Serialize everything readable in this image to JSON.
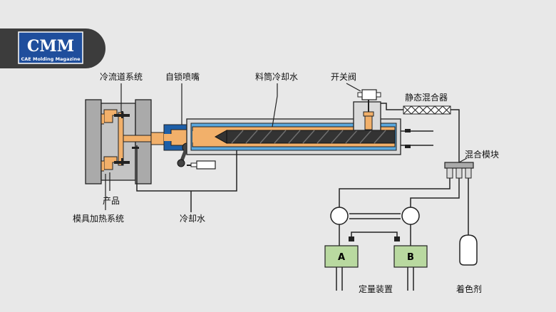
{
  "logo": {
    "title": "CMM",
    "subtitle": "CAE Molding Magazine"
  },
  "labels": {
    "cold_runner_system": "冷流道系统",
    "self_lock_nozzle": "自锁喷嘴",
    "barrel_cooling_water": "料筒冷却水",
    "switch_valve": "开关阀",
    "static_mixer": "静态混合器",
    "mixing_module": "混合模块",
    "product": "产品",
    "mold_heating_system": "模具加热系统",
    "cooling_water": "冷却水",
    "dosing_device": "定量装置",
    "colorant": "着色剂",
    "pump_a": "A",
    "pump_b": "B"
  },
  "colors": {
    "background": "#e8e8e8",
    "logo_bar": "#3c3c3c",
    "logo_badge": "#1f4e9c",
    "mold": "#aaaaaa",
    "material": "#f2b06a",
    "cooling_blue": "#5aa8de",
    "nozzle_blue": "#1d5fa8",
    "screw": "#333333",
    "pump_green": "#b9d9a0"
  }
}
